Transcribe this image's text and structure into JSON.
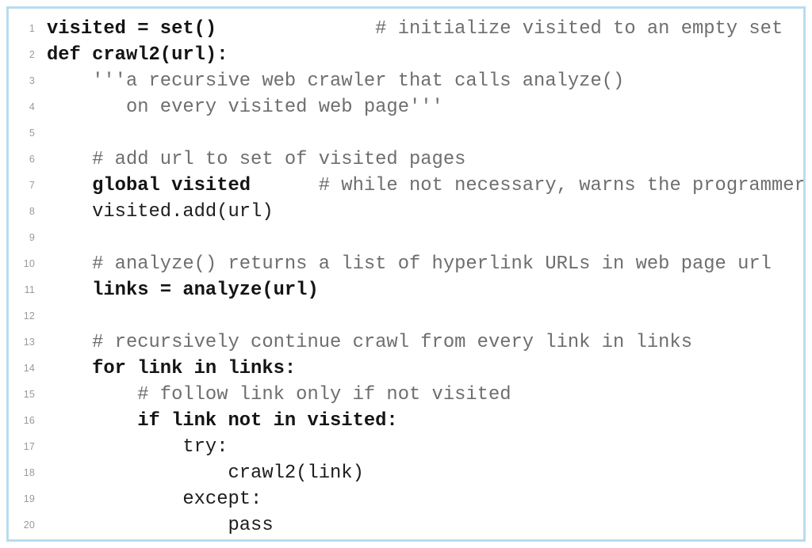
{
  "card": {
    "border_color": "#b9dcf0",
    "background_color": "#ffffff"
  },
  "colors": {
    "code": "#141414",
    "comment": "#6e6e6e",
    "line_number": "#9a9a9a",
    "border": "#b9dcf0"
  },
  "code": {
    "language": "python",
    "lines": [
      {
        "number": "1",
        "segments": [
          {
            "style": "code",
            "text": "visited = set()"
          },
          {
            "style": "comment",
            "text": "              # initialize visited to an empty set"
          }
        ]
      },
      {
        "number": "2",
        "segments": [
          {
            "style": "code",
            "text": "def crawl2(url):"
          }
        ]
      },
      {
        "number": "3",
        "segments": [
          {
            "style": "doc",
            "text": "    '''a recursive web crawler that calls analyze()"
          }
        ]
      },
      {
        "number": "4",
        "segments": [
          {
            "style": "doc",
            "text": "       on every visited web page'''"
          }
        ]
      },
      {
        "number": "5",
        "segments": [
          {
            "style": "plain",
            "text": ""
          }
        ]
      },
      {
        "number": "6",
        "segments": [
          {
            "style": "comment",
            "text": "    # add url to set of visited pages"
          }
        ]
      },
      {
        "number": "7",
        "segments": [
          {
            "style": "code",
            "text": "    global visited"
          },
          {
            "style": "comment",
            "text": "      # while not necessary, warns the programmer"
          }
        ]
      },
      {
        "number": "8",
        "segments": [
          {
            "style": "plain",
            "text": "    visited.add(url)"
          }
        ]
      },
      {
        "number": "9",
        "segments": [
          {
            "style": "plain",
            "text": ""
          }
        ]
      },
      {
        "number": "10",
        "segments": [
          {
            "style": "comment",
            "text": "    # analyze() returns a list of hyperlink URLs in web page url"
          }
        ]
      },
      {
        "number": "11",
        "segments": [
          {
            "style": "code",
            "text": "    links = analyze(url)"
          }
        ]
      },
      {
        "number": "12",
        "segments": [
          {
            "style": "plain",
            "text": ""
          }
        ]
      },
      {
        "number": "13",
        "segments": [
          {
            "style": "comment",
            "text": "    # recursively continue crawl from every link in links"
          }
        ]
      },
      {
        "number": "14",
        "segments": [
          {
            "style": "code",
            "text": "    for link in links:"
          }
        ]
      },
      {
        "number": "15",
        "segments": [
          {
            "style": "comment",
            "text": "        # follow link only if not visited"
          }
        ]
      },
      {
        "number": "16",
        "segments": [
          {
            "style": "code",
            "text": "        if link not in visited:"
          }
        ]
      },
      {
        "number": "17",
        "segments": [
          {
            "style": "plain",
            "text": "            try:"
          }
        ]
      },
      {
        "number": "18",
        "segments": [
          {
            "style": "plain",
            "text": "                crawl2(link)"
          }
        ]
      },
      {
        "number": "19",
        "segments": [
          {
            "style": "plain",
            "text": "            except:"
          }
        ]
      },
      {
        "number": "20",
        "segments": [
          {
            "style": "plain",
            "text": "                pass"
          }
        ]
      }
    ]
  }
}
